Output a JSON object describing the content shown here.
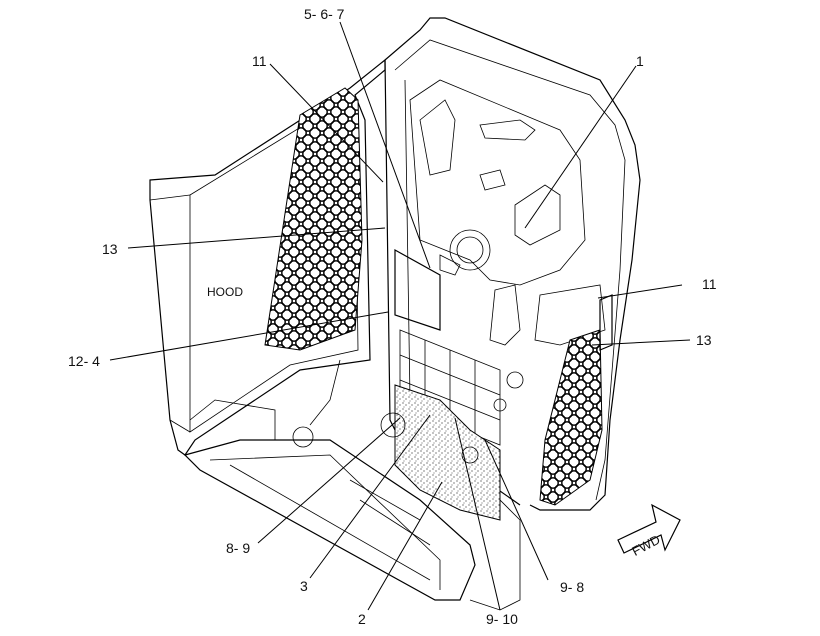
{
  "labels": {
    "l_567": "5- 6- 7",
    "l_11_top": "11",
    "l_1": "1",
    "l_13_left": "13",
    "l_hood": "HOOD",
    "l_11_right": "11",
    "l_13_right": "13",
    "l_124": "12- 4",
    "l_89": "8- 9",
    "l_3": "3",
    "l_2": "2",
    "l_910": "9- 10",
    "l_98": "9- 8",
    "l_fwd": "FWD"
  }
}
